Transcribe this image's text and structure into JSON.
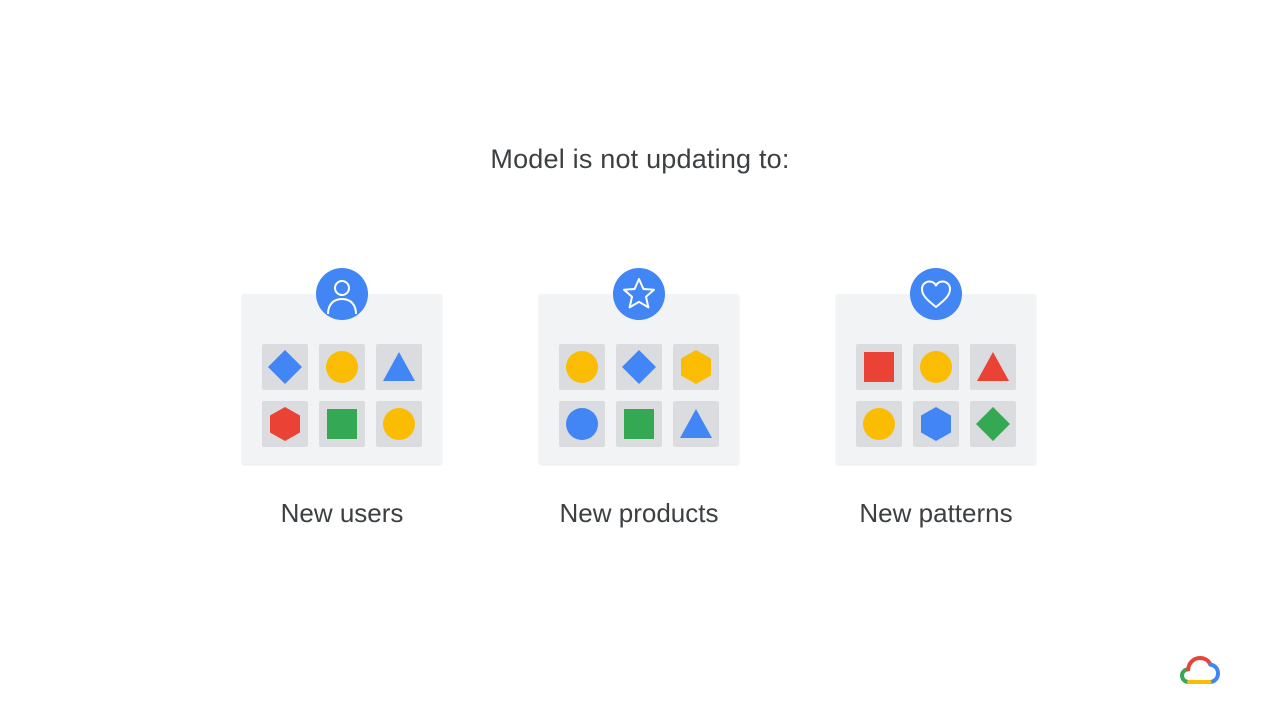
{
  "slide": {
    "title": "Model is not updating to:"
  },
  "colors": {
    "blue": "#4285f4",
    "yellow": "#fbbc04",
    "red": "#ea4335",
    "green": "#34a853",
    "tile": "#dadce0",
    "card": "#f1f3f4",
    "text": "#3c4043"
  },
  "panels": [
    {
      "caption": "New users",
      "icon": "user-icon",
      "shapes": [
        {
          "shape": "diamond",
          "color": "blue"
        },
        {
          "shape": "circle",
          "color": "yellow"
        },
        {
          "shape": "triangle",
          "color": "blue"
        },
        {
          "shape": "hexagon",
          "color": "red"
        },
        {
          "shape": "square",
          "color": "green"
        },
        {
          "shape": "circle",
          "color": "yellow"
        }
      ]
    },
    {
      "caption": "New products",
      "icon": "star-icon",
      "shapes": [
        {
          "shape": "circle",
          "color": "yellow"
        },
        {
          "shape": "diamond",
          "color": "blue"
        },
        {
          "shape": "hexagon",
          "color": "yellow"
        },
        {
          "shape": "circle",
          "color": "blue"
        },
        {
          "shape": "square",
          "color": "green"
        },
        {
          "shape": "triangle",
          "color": "blue"
        }
      ]
    },
    {
      "caption": "New patterns",
      "icon": "heart-icon",
      "shapes": [
        {
          "shape": "square",
          "color": "red"
        },
        {
          "shape": "circle",
          "color": "yellow"
        },
        {
          "shape": "triangle",
          "color": "red"
        },
        {
          "shape": "circle",
          "color": "yellow"
        },
        {
          "shape": "hexagon",
          "color": "blue"
        },
        {
          "shape": "diamond",
          "color": "green"
        }
      ]
    }
  ],
  "logo": {
    "icon": "google-cloud-logo-icon"
  }
}
